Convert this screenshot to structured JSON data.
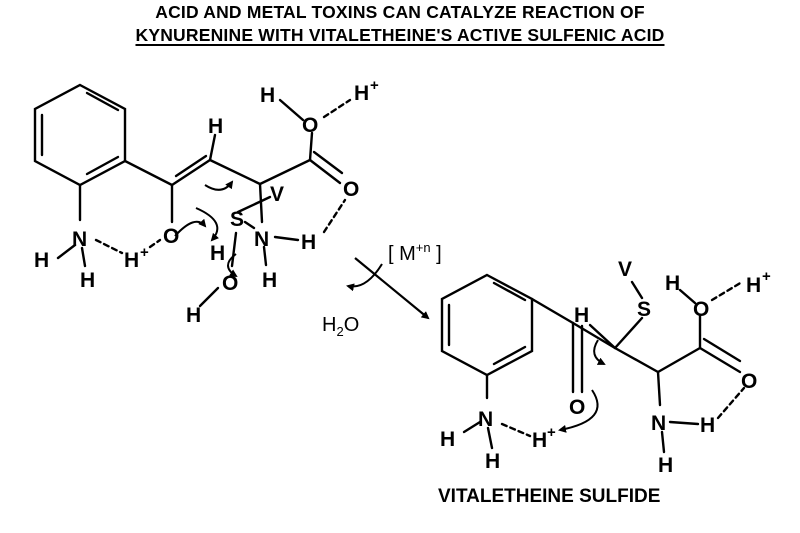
{
  "title": {
    "line1": "ACID AND METAL TOXINS CAN CATALYZE REACTION OF",
    "line2": "KYNURENINE WITH VITALETHEINE'S ACTIVE SULFENIC ACID"
  },
  "reaction": {
    "catalyst": "[ M+n ]",
    "catalyst_base": "M",
    "catalyst_charge": "+n",
    "byproduct": "H2O",
    "byproduct_base": "H",
    "byproduct_sub": "2",
    "byproduct_tail": "O"
  },
  "reactant": {
    "atoms": {
      "h_top": "H",
      "h_water_left": "H",
      "h_plus_top": "H",
      "plus_top": "+",
      "o_acid_top": "O",
      "o_carbonyl": "O",
      "s": "S",
      "v": "V",
      "n_amide": "N",
      "h_amide": "H",
      "h_amine_left": "H",
      "n_amine": "N",
      "h_amine_bottom": "H",
      "h_plus_mid": "H",
      "plus_mid": "+",
      "o_enol": "O",
      "h_enol": "H",
      "o_water": "O",
      "h_water_bottom": "H",
      "h_n_bottom": "H"
    }
  },
  "product": {
    "name": "VITALETHEINE SULFIDE",
    "atoms": {
      "v": "V",
      "s": "S",
      "h_alpha": "H",
      "h_acid": "H",
      "h_plus_top": "H",
      "plus_top": "+",
      "o_acid": "O",
      "o_carbonyl_acid": "O",
      "o_ketone": "O",
      "n_amide": "N",
      "h_amide": "H",
      "h_amide_bottom": "H",
      "h_amine_left": "H",
      "n_amine": "N",
      "h_amine_bottom": "H",
      "h_plus": "H",
      "plus": "+"
    }
  }
}
